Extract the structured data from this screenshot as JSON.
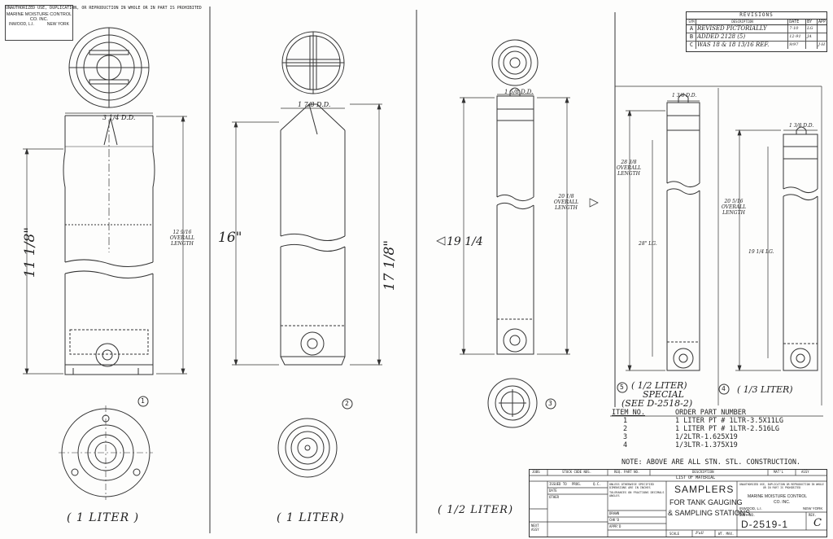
{
  "company_block": {
    "notice": "UNAUTHORIZED USE, DUPLICATION, OR REPRODUCTION IN WHOLE OR IN PART IS PROHIBITED",
    "name_line1": "MARINE MOISTURE CONTROL",
    "name_line2": "CO. INC.",
    "city": "INWOOD, L.I.",
    "state": "NEW YORK"
  },
  "revisions": {
    "title": "REVISIONS",
    "columns": [
      "SYM",
      "DESCRIPTION",
      "DATE",
      "BY",
      "APP'D"
    ],
    "rows": [
      {
        "sym": "A",
        "description": "REVISED PICTORIALLY",
        "date": "7-10",
        "by": "LG",
        "appd": ""
      },
      {
        "sym": "B",
        "description": "ADDED 2128 (5)",
        "date": "12-91",
        "by": "JA",
        "appd": ""
      },
      {
        "sym": "C",
        "description": "WAS 18 & 18 13/16 REF.",
        "date": "9/97",
        "by": "",
        "appd": "J-H"
      }
    ]
  },
  "views": {
    "v1": {
      "dia_top": "3 1/4 D.D.",
      "overall_label": "12 9/16 OVERALL LENGTH",
      "height_label": "11 1/8\"",
      "callout": "1",
      "caption": "( 1 LITER )"
    },
    "v2": {
      "dia_top": "1 7/8 D.D.",
      "height_label": "16\"",
      "overall_label": "17 1/8\"",
      "callout": "2",
      "caption": "( 1 LITER)"
    },
    "v3": {
      "dia_top": "1 5/8 D.D.",
      "left_label": "19 1/4",
      "overall_label": "20 1/8 OVERALL LENGTH",
      "callout": "3",
      "caption": "( 1/2 LITER)"
    },
    "v5": {
      "dia_top": "1 3/8 D.D.",
      "overall_label": "28 3/8 OVERALL LENGTH",
      "inner_label": "28\" LG.",
      "callout": "5",
      "caption": "( 1/2 LITER)",
      "caption2": "SPECIAL",
      "caption3": "(SEE D-2518-2)"
    },
    "v4": {
      "dia_top": "1 3/8 D.D.",
      "overall_label": "20 5/16 OVERALL LENGTH",
      "inner_label": "19 1/4 LG.",
      "callout": "4",
      "caption": "( 1/3 LITER)"
    }
  },
  "parts_list": {
    "col_item": "ITEM NO.",
    "col_part": "ORDER PART NUMBER",
    "items": [
      {
        "no": "1",
        "part": "1 LITER PT # 1LTR-3.5X11LG"
      },
      {
        "no": "2",
        "part": "1 LITER PT # 1LTR-2.516LG"
      },
      {
        "no": "3",
        "part": "1/2LTR-1.625X19"
      },
      {
        "no": "4",
        "part": "1/3LTR-1.375X19"
      }
    ]
  },
  "note": "NOTE: ABOVE ARE ALL STN. STL. CONSTRUCTION.",
  "title_block": {
    "material_header": [
      "JOBS",
      "STOCK CODE NOS.",
      "REQ. PART NO.",
      "DESCRIPTION",
      "MAT'L",
      "ASSY"
    ],
    "list_of_material": "LIST OF MATERIAL",
    "issued_to": "ISSUED TO",
    "prog": "PROG.",
    "qc": "Q.C.",
    "date": "DATE",
    "other": "OTHER",
    "tolerance_note": "UNLESS OTHERWISE SPECIFIED DIMENSIONS ARE IN INCHES",
    "tolerances": "TOLERANCES ON FRACTIONS DECIMALS ANGLES",
    "drawn": "DRAWN",
    "chkd": "CHK'D",
    "appd": "APPR'D",
    "next_assy": "NEXT ASSY",
    "title_main": "SAMPLERS",
    "title_sub1": "FOR TANK GAUGING",
    "title_sub2": "& SAMPLING STATIONS",
    "co_notice": "UNAUTHORIZED USE, DUPLICATION OR REPRODUCTION IN WHOLE OR IN PART IS PROHIBITED",
    "co_name1": "MARINE MOISTURE CONTROL",
    "co_name2": "CO. INC.",
    "co_city": "INWOOD, L.I.",
    "co_state": "NEW YORK",
    "dwg_no_label": "DWG. NO.",
    "rev_label": "REV.",
    "dwg_no": "D-2519-1",
    "rev": "C",
    "scale": "SCALE",
    "scale_val": "Full",
    "wt": "WT. MAX."
  }
}
